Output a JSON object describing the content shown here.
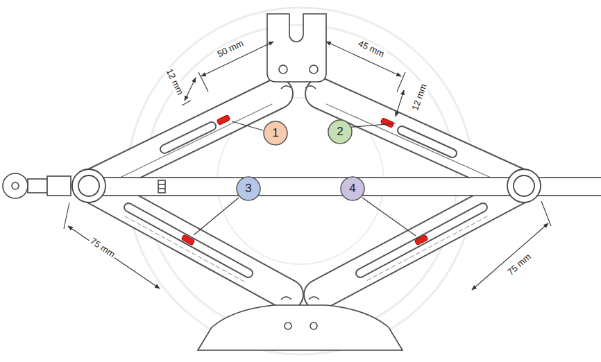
{
  "diagram": {
    "nodes": [
      {
        "text": [
          "1"
        ]
      },
      {
        "text": [
          "2"
        ]
      },
      {
        "text": [
          "3"
        ]
      },
      {
        "text": [
          "4"
        ]
      }
    ],
    "labels": [
      "50 mm",
      "45 mm",
      "12 mm",
      "12 mm",
      "75 mm",
      "75 mm"
    ]
  }
}
